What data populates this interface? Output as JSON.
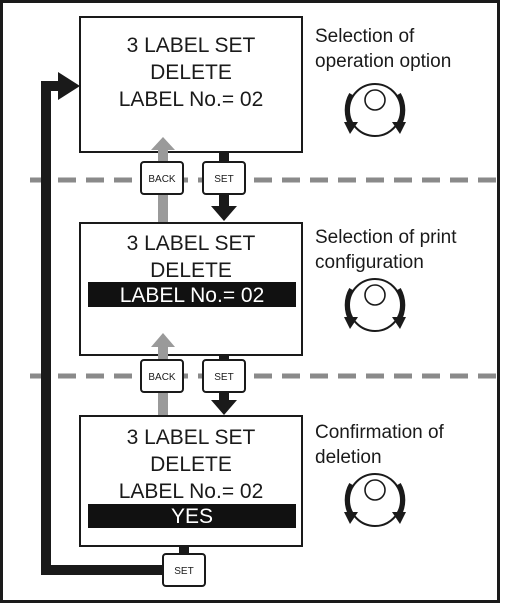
{
  "colors": {
    "ink": "#1a1a1a",
    "frame": "#1a1a1a",
    "grey_arrow": "#9a9a9a",
    "dash": "#8a8a8a",
    "highlight_bg": "#111111",
    "highlight_fg": "#ffffff"
  },
  "steps": [
    {
      "screen": {
        "line1": "3 LABEL SET",
        "line2": "DELETE",
        "line3": "LABEL No.= 02"
      },
      "description": {
        "line1": "Selection of",
        "line2": "operation option"
      },
      "icon": "rotary-knob-icon"
    },
    {
      "screen": {
        "line1": "3 LABEL SET",
        "line2": "DELETE",
        "line3": "LABEL No.= 02"
      },
      "description": {
        "line1": "Selection of print",
        "line2": "configuration"
      },
      "icon": "rotary-knob-icon"
    },
    {
      "screen": {
        "line1": "3 LABEL SET",
        "line2": "DELETE",
        "line3": "LABEL No.= 02",
        "line4": "YES"
      },
      "description": {
        "line1": "Confirmation of",
        "line2": "deletion"
      },
      "icon": "rotary-knob-icon"
    }
  ],
  "keys": {
    "back_label": "BACK",
    "set_label": "SET"
  }
}
